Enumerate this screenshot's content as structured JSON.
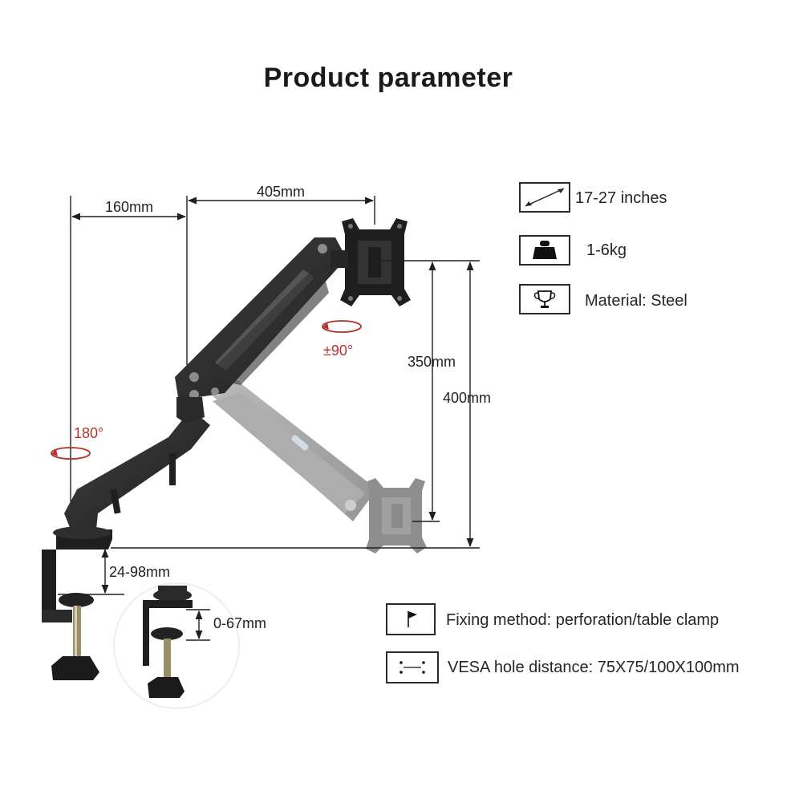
{
  "title": "Product parameter",
  "dimensions": {
    "width_back": "160mm",
    "width_arm": "405mm",
    "height_small": "350mm",
    "height_large": "400mm",
    "clamp_thickness": "24-98mm",
    "grommet_thickness": "0-67mm"
  },
  "rotation": {
    "base": "180°",
    "head": "±90°"
  },
  "specs": [
    {
      "icon": "screen-size-icon",
      "label": "17-27 inches"
    },
    {
      "icon": "weight-icon",
      "label": "1-6kg"
    },
    {
      "icon": "trophy-icon",
      "label": "Material: Steel"
    },
    {
      "icon": "flag-icon",
      "label": "Fixing method: perforation/table clamp"
    },
    {
      "icon": "vesa-icon",
      "label": "VESA hole distance: 75X75/100X100mm"
    }
  ],
  "colors": {
    "arm": "#2a2a2a",
    "arm_ghost": "#9b9b9b",
    "rotation_arrow": "#b5322c",
    "dimension_line": "#1f1f1f"
  }
}
